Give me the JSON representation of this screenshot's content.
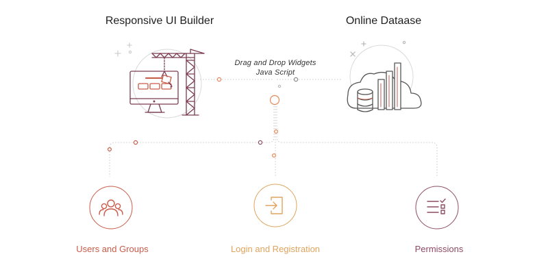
{
  "titles": {
    "left": "Responsive UI Builder",
    "right": "Online Dataase"
  },
  "connector": {
    "line1": "Drag and Drop Widgets",
    "line2": "Java Script"
  },
  "features": [
    {
      "label": "Users and Groups",
      "icon": "users-icon",
      "color": "#c95a48"
    },
    {
      "label": "Login and Registration",
      "icon": "login-icon",
      "color": "#e0a45d"
    },
    {
      "label": "Permissions",
      "icon": "checklist-icon",
      "color": "#8e4a63"
    }
  ],
  "colors": {
    "line": "#bdbdbd",
    "accent": "#e8865a",
    "illustration": "#7a3b52",
    "text": "#1e1e1e"
  }
}
